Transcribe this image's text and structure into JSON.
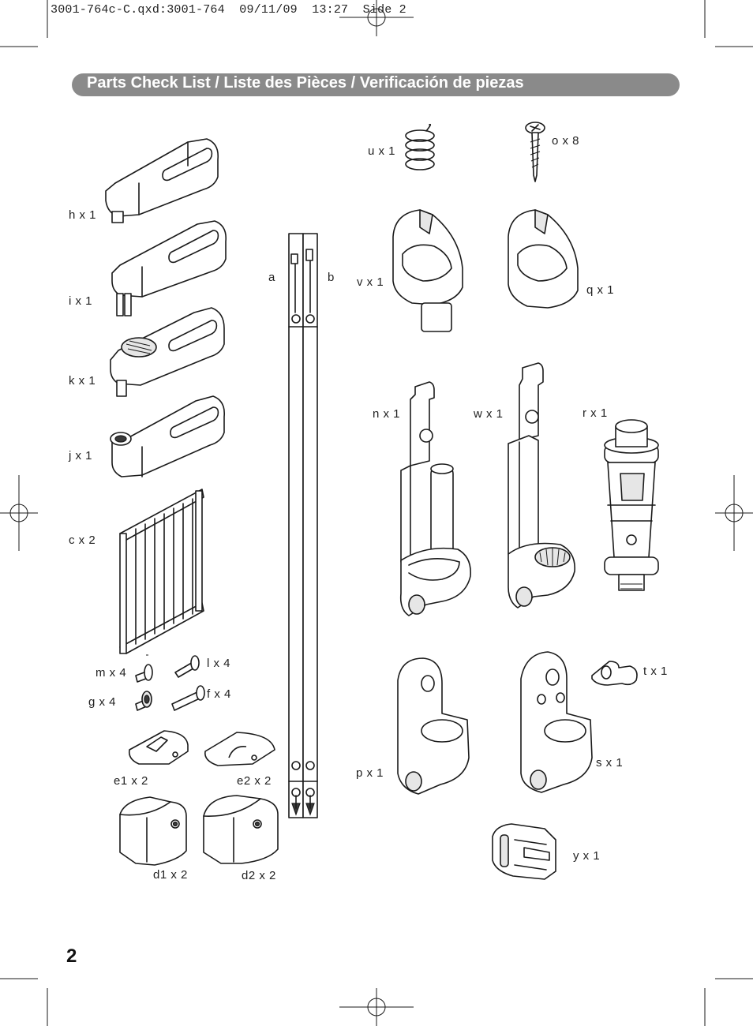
{
  "slug_line": "3001-764c-C.qxd:3001-764  09/11/09  13:27  Side 2",
  "title": "Parts Check List / Liste des Pièces / Verificación de piezas",
  "page_number": "2",
  "labels": {
    "h": "h x 1",
    "i": "i x 1",
    "k": "k x 1",
    "j": "j x 1",
    "c": "c x 2",
    "m": "m x 4",
    "l": "l x 4",
    "g": "g x 4",
    "f": "f x 4",
    "e1": "e1 x 2",
    "e2": "e2 x 2",
    "d1": "d1 x 2",
    "d2": "d2 x 2",
    "a": "a",
    "b": "b",
    "u": "u x 1",
    "o": "o x 8",
    "v": "v x 1",
    "q": "q x 1",
    "n": "n x 1",
    "w": "w x 1",
    "r": "r x 1",
    "p": "p x 1",
    "s": "s x 1",
    "t": "t x 1",
    "y": "y x 1"
  }
}
